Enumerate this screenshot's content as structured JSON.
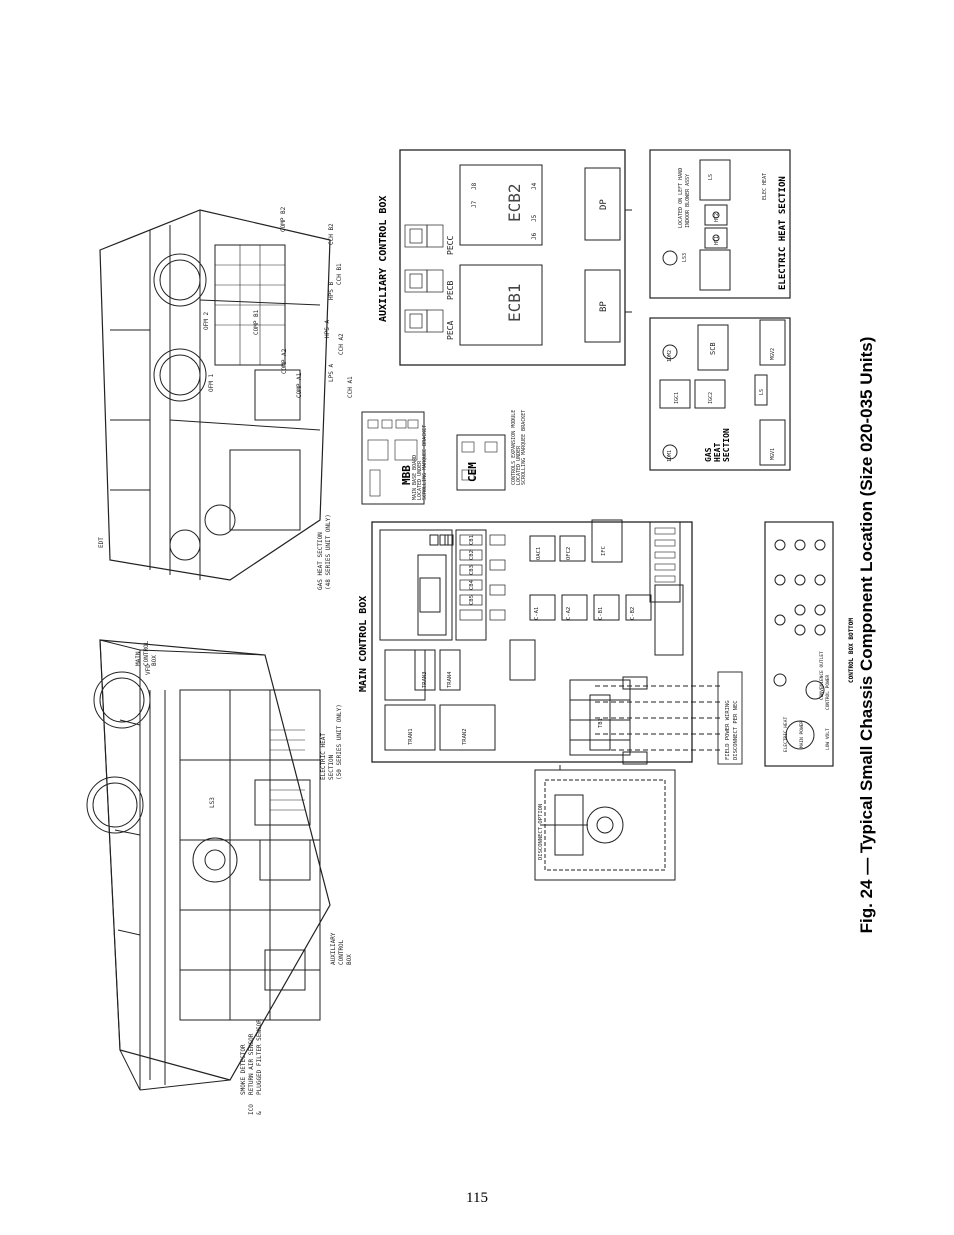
{
  "figure": {
    "caption": "Fig. 24 — Typical Small Chassis Component Location (Size 020-035 Units)"
  },
  "page_number": "115",
  "unit_left": {
    "callouts": [
      "SMOKE DETECTOR",
      "RETURN AIR SENSOR",
      "PLUGGED FILTER SENSOR"
    ],
    "callout_prefix": [
      "ICO",
      "&"
    ],
    "aux_label": [
      "AUXILIARY",
      "CONTROL",
      "BOX"
    ],
    "ls3": "LS3",
    "vfd": "VFD",
    "main_box_label": [
      "MAIN",
      "CONTROL",
      "BOX"
    ],
    "elec_heat_label": [
      "ELECTRIC HEAT",
      "SECTION",
      "(50 SERIES UNIT ONLY)"
    ]
  },
  "unit_right": {
    "edt": "EDT",
    "ofm": [
      "OFM 2",
      "OFM 1"
    ],
    "comp_labels": [
      "COMP B2",
      "COMP B1",
      "COMP A2",
      "COMP A1"
    ],
    "callouts": [
      "CCH B2",
      "CCH B1",
      "HPS B",
      "HPS A",
      "CCH A2",
      "CCH A1",
      "LPS A"
    ],
    "gas_heat_label": [
      "GAS HEAT SECTION",
      "(48 SERIES UNIT ONLY)"
    ]
  },
  "main_control_box": {
    "title": "MAIN CONTROL BOX",
    "contactors": [
      "C-A1",
      "C-A2",
      "C-B1",
      "C-B2"
    ],
    "relays": [
      "OAC1",
      "OFC2",
      "IFC"
    ],
    "transformers": [
      "TRAN1",
      "TRAN2",
      "TRAN3",
      "TRAN4"
    ],
    "breakers": [
      "CB1",
      "CB2",
      "CB3",
      "CB4",
      "CB5"
    ],
    "terminal": "TB1",
    "disconnect": "DISCONNECT OPTION",
    "field_wiring": [
      "FIELD POWER WIRING",
      "DISCONNECT PER NEC"
    ]
  },
  "mbb": {
    "name": "MBB",
    "note": [
      "MAIN BASE BOARD",
      "LOCATED UNDER",
      "SCROLLING MARQUEE BRACKET"
    ]
  },
  "cem": {
    "name": "CEM",
    "note": [
      "CONTROLS EXPANSION MODULE",
      "LOCATED UNDER",
      "SCROLLING MARQUEE BRACKET"
    ]
  },
  "aux_control_box": {
    "title": "AUXILIARY CONTROL BOX",
    "boards": [
      "ECB1",
      "ECB2"
    ],
    "relays": [
      "PECA",
      "PECB",
      "PECC"
    ],
    "jacks": [
      "J8",
      "J7",
      "J6",
      "J5",
      "J4"
    ],
    "modules": [
      "BP",
      "DP"
    ]
  },
  "gas_heat": {
    "title": [
      "GAS",
      "HEAT",
      "SECTION"
    ],
    "items": [
      "IGC1",
      "IGC2",
      "IDM1",
      "IDM2",
      "SCB",
      "MGV1",
      "MGV2",
      "LS"
    ]
  },
  "electric_heat": {
    "title": "ELECTRIC HEAT SECTION",
    "items": [
      "HT1",
      "HT2",
      "LS",
      "LS3",
      "ELEC HEAT"
    ],
    "note": [
      "LOCATED ON LEFT HAND",
      "INDOOR BLOWER ASSY"
    ]
  },
  "control_box_bottom": {
    "title": "CONTROL BOX BOTTOM",
    "items": [
      "ELECTRIC HEAT",
      "MAIN POWER",
      "CONVENIENCE OUTLET",
      "LOW VOLT",
      "CONTROL POWER"
    ]
  }
}
